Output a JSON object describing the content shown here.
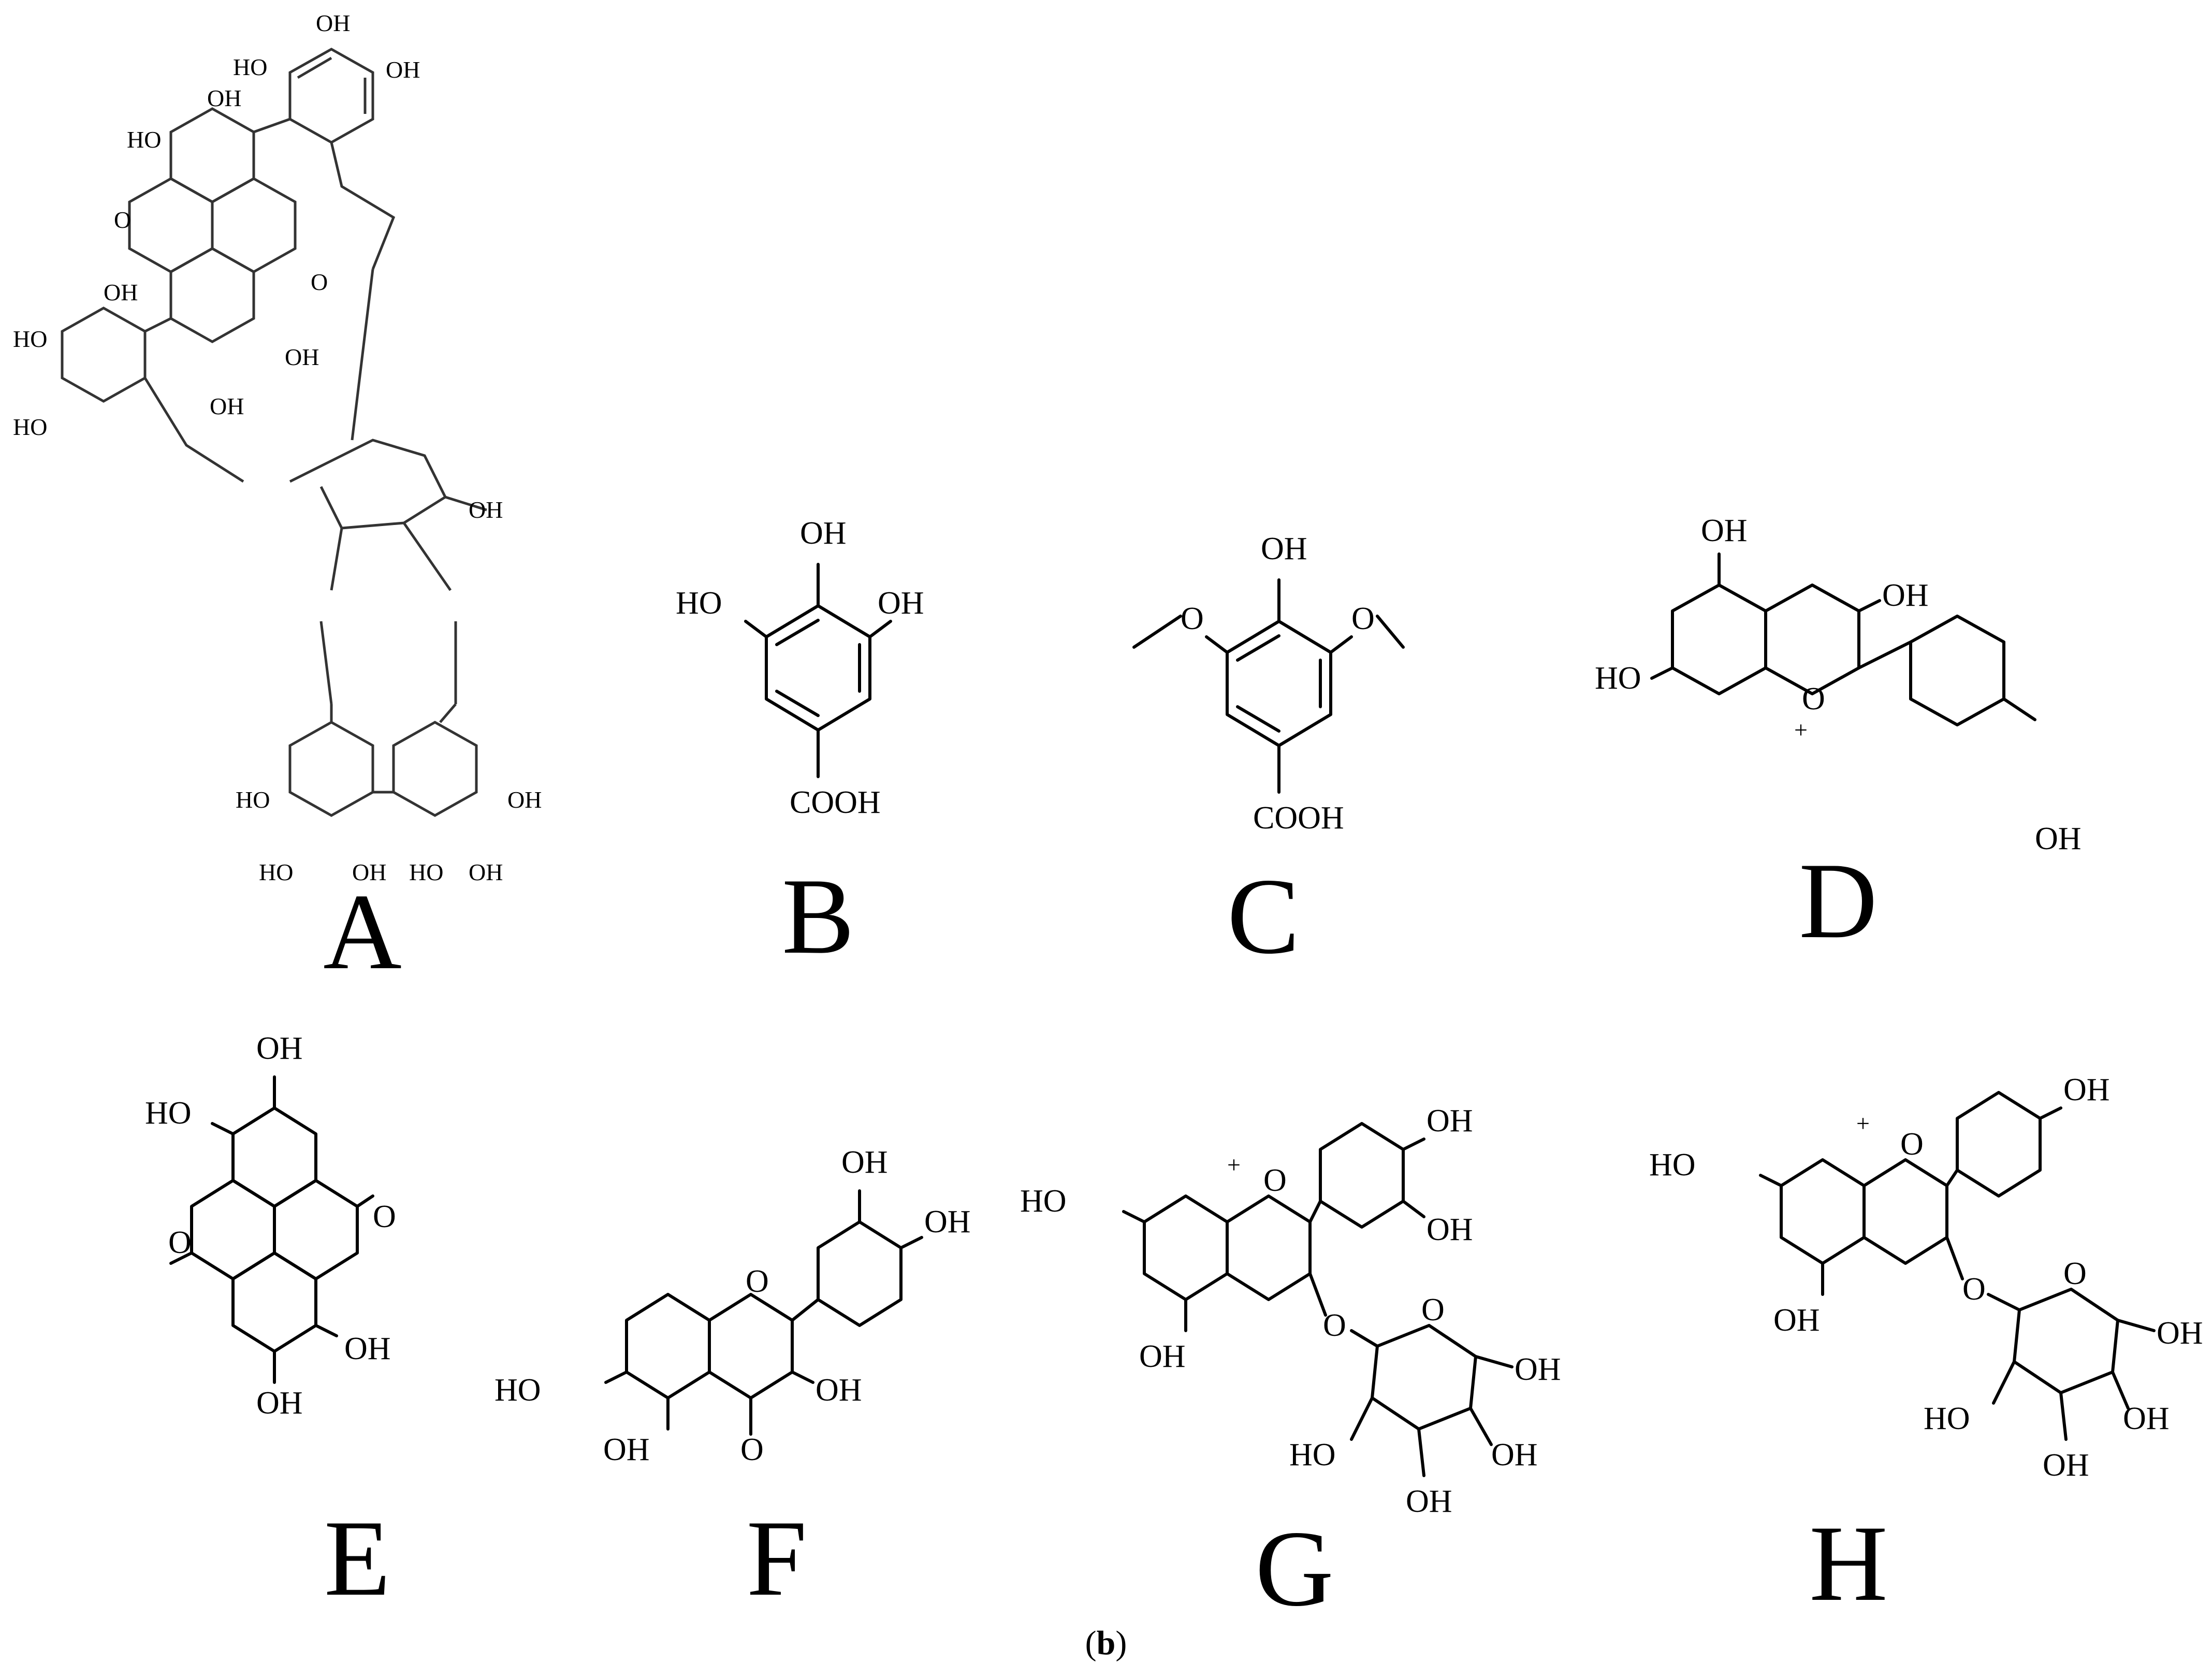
{
  "figure": {
    "caption_prefix": "(",
    "caption_bold": "b",
    "caption_suffix": ")",
    "panels": {
      "A": "A",
      "B": "B",
      "C": "C",
      "D": "D",
      "E": "E",
      "F": "F",
      "G": "G",
      "H": "H"
    },
    "atoms": {
      "OH": "OH",
      "HO": "HO",
      "COOH": "COOH",
      "O": "O",
      "plus": "+"
    }
  }
}
